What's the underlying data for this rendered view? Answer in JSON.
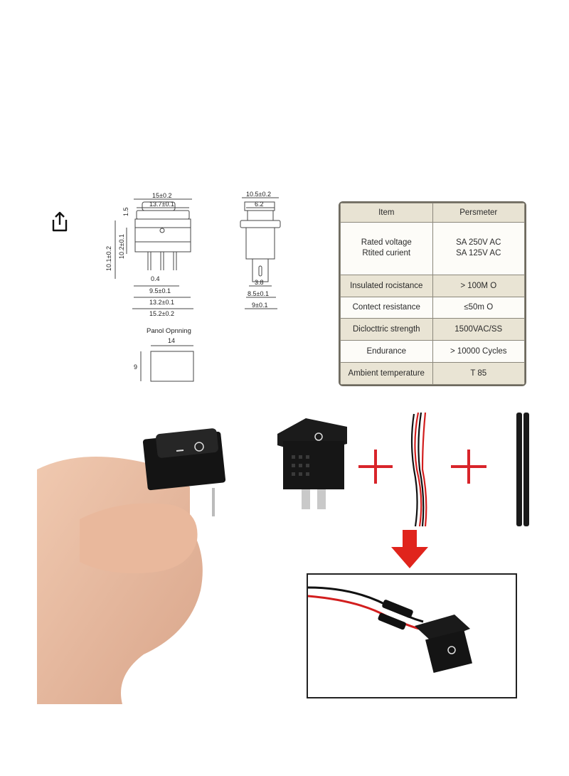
{
  "share": {
    "icon": "share-icon"
  },
  "drawing": {
    "front": {
      "width_outer": "15±0.2",
      "width_inner": "13.7±0.1",
      "top_gap": "1.5",
      "height_outer": "10.1±0.2",
      "height_inner": "10.2±0.1",
      "pin_width": "0.4",
      "pin_spacing_a": "9.5±0.1",
      "pin_spacing_b": "13.2±0.1",
      "base_width": "15.2±0.2"
    },
    "side": {
      "top_outer": "10.5±0.2",
      "top_inner": "6.2",
      "pin_width": "3.8",
      "base_a": "8.5±0.1",
      "base_b": "9±0.1"
    },
    "panel": {
      "title": "Panol Opnning",
      "width": "14",
      "height": "9"
    }
  },
  "spec_table": {
    "headers": {
      "item": "Item",
      "value": "Persmeter"
    },
    "rows": [
      {
        "item_lines": [
          "Rated voltage",
          "Rtited curient"
        ],
        "value_lines": [
          "SA 250V AC",
          "SA 125V AC"
        ]
      },
      {
        "item_lines": [
          "Insulated rocistance"
        ],
        "value_lines": [
          "> 100M O"
        ]
      },
      {
        "item_lines": [
          "Contect resistance"
        ],
        "value_lines": [
          "≤50m O"
        ]
      },
      {
        "item_lines": [
          "Diclocttric strength"
        ],
        "value_lines": [
          "1500VAC/SS"
        ]
      },
      {
        "item_lines": [
          "Endurance"
        ],
        "value_lines": [
          "> 10000 Cycles"
        ]
      },
      {
        "item_lines": [
          "Ambient temperature"
        ],
        "value_lines": [
          "T 85"
        ]
      }
    ]
  },
  "colors": {
    "plus_red": "#d8242a",
    "arrow_red": "#e0241c",
    "table_shade": "#e9e4d4"
  }
}
